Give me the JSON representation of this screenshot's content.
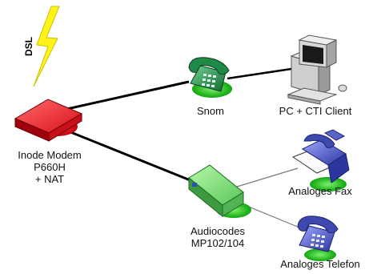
{
  "link_label": "DSL",
  "devices": {
    "modem": {
      "line1": "Inode Modem",
      "line2": "P660H",
      "line3": "+ NAT"
    },
    "snom": {
      "label": "Snom"
    },
    "pc": {
      "label": "PC + CTI Client"
    },
    "audiocodes": {
      "line1": "Audiocodes",
      "line2": "MP102/104"
    },
    "fax": {
      "label": "Analoges Fax"
    },
    "telefon": {
      "label": "Analoges Telefon"
    }
  },
  "colors": {
    "modem": "#e8141a",
    "snom": "#1f8a48",
    "audiocodes": "#52c85a",
    "analog_devices": "#3e49b0",
    "pc": "#b9b9b9",
    "lightning": "#fff31a",
    "status_red": "#e10012",
    "status_green": "#23c21f"
  }
}
